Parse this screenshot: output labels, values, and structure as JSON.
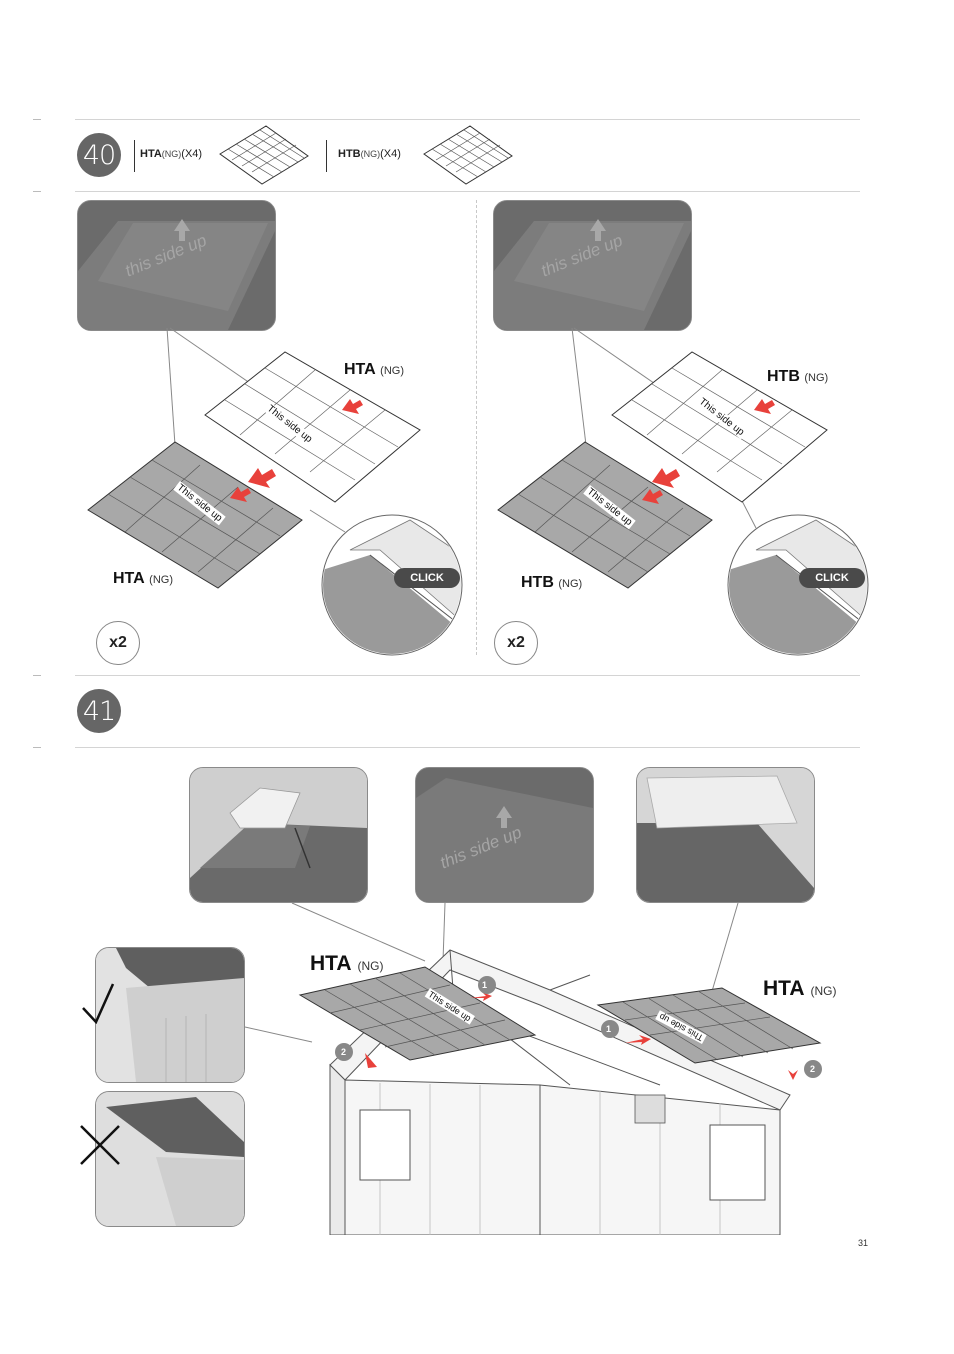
{
  "step40": {
    "number": "40",
    "parts": [
      {
        "code": "HTA",
        "ng": "(NG)",
        "qty": "(X4)"
      },
      {
        "code": "HTB",
        "ng": "(NG)",
        "qty": "(X4)"
      }
    ],
    "left": {
      "photo_text": "this side up",
      "top_panel_label": {
        "code": "HTA",
        "ng": "(NG)"
      },
      "bottom_panel_label": {
        "code": "HTA",
        "ng": "(NG)"
      },
      "panel_text": "This side up",
      "click_label": "CLICK",
      "multiplier": "x2"
    },
    "right": {
      "photo_text": "this side up",
      "top_panel_label": {
        "code": "HTB",
        "ng": "(NG)"
      },
      "bottom_panel_label": {
        "code": "HTB",
        "ng": "(NG)"
      },
      "panel_text": "This side up",
      "click_label": "CLICK",
      "multiplier": "x2"
    }
  },
  "step41": {
    "number": "41",
    "photo_text": "this side up",
    "left_label": {
      "code": "HTA",
      "ng": "(NG)"
    },
    "right_label": {
      "code": "HTA",
      "ng": "(NG)"
    },
    "panel_text": "This side up",
    "badge_1": "1",
    "badge_2": "2"
  },
  "page_number": "31",
  "colors": {
    "accent_red": "#e8413b",
    "step_gray": "#666666",
    "panel_gray": "#a7a7a7"
  }
}
